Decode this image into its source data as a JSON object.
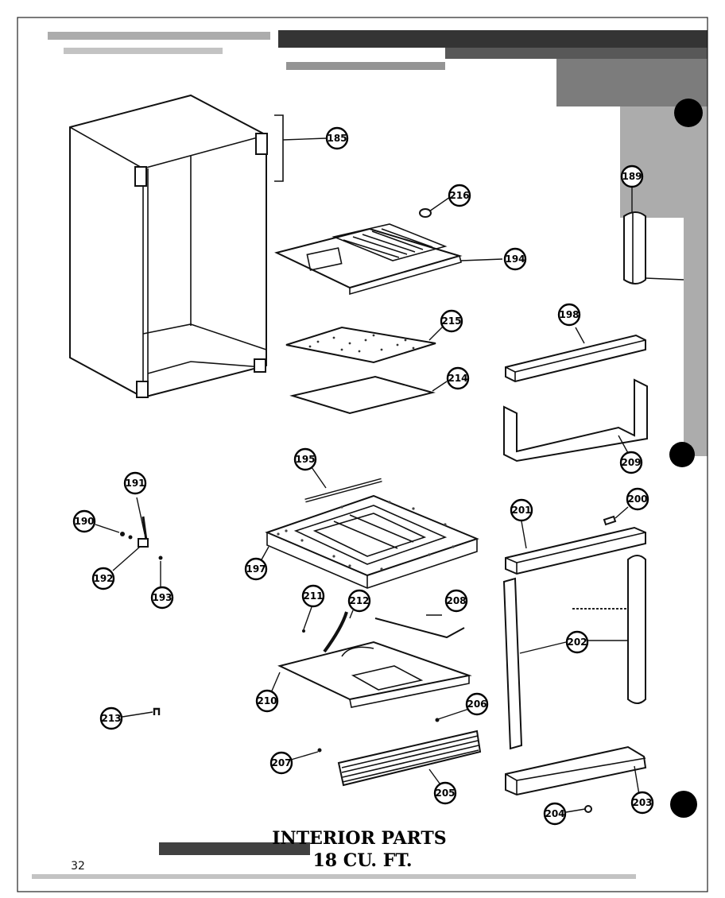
{
  "title": {
    "line1": "INTERIOR PARTS",
    "line2": "18 CU. FT."
  },
  "page_number": "32",
  "callouts": {
    "c185": "185",
    "c216": "216",
    "c194": "194",
    "c189": "189",
    "c215": "215",
    "c198": "198",
    "c214": "214",
    "c209": "209",
    "c195": "195",
    "c197": "197",
    "c191": "191",
    "c190": "190",
    "c192": "192",
    "c193": "193",
    "c201": "201",
    "c200": "200",
    "c211": "211",
    "c212": "212",
    "c208": "208",
    "c202": "202",
    "c210": "210",
    "c213": "213",
    "c206": "206",
    "c207": "207",
    "c205": "205",
    "c203": "203",
    "c204": "204"
  }
}
